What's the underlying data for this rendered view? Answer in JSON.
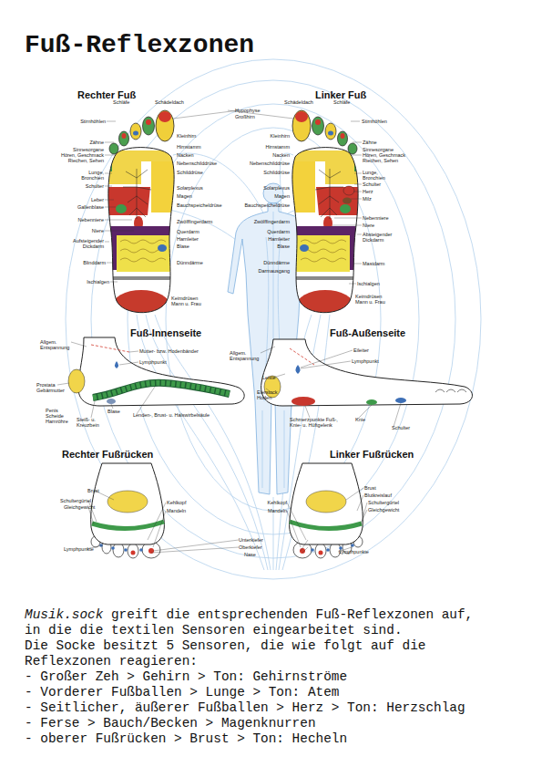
{
  "diagram": {
    "title": "Fuß-Reflexzonen",
    "labels": [
      "Rechter Fuß",
      "Linker Fuß",
      "Schläfe",
      "Schädeldach",
      "Stirnhöhlen",
      "Zähne",
      "Sinnesorgane Hören, Geschmack Riechen, Sehen",
      "Lunge, Bronchien",
      "Schulter",
      "Leber",
      "Gallenblase",
      "Nebenniere",
      "Niere",
      "Aufsteigender Dickdarm",
      "Blinddarm",
      "Ischialgen",
      "Keimdrüsen Mann u. Frau",
      "Hypophyse",
      "Großhirn",
      "Kleinhirn",
      "Hirnstamm",
      "Nacken",
      "Nebenschilddrüse",
      "Schilddrüse",
      "Solarplexus",
      "Magen",
      "Bauchspeicheldrüse",
      "Zwölffingerdarm",
      "Querdarm",
      "Harnleiter",
      "Blase",
      "Dünndärme",
      "Schädeldach",
      "Kleinhirn",
      "Hirnstamm",
      "Nacken",
      "Nebenschilddrüse",
      "Schilddrüse",
      "Solarplexus",
      "Magen",
      "Bauchspeicheldrüse",
      "Zwölffingerdarm",
      "Querdarm",
      "Harnleiter",
      "Blase",
      "Dünndärme",
      "Darmausgang",
      "Schläfe",
      "Stirnhöhlen",
      "Zähne",
      "Sinnesorgane Hören, Geschmack Riechen, Sehen",
      "Lunge, Bronchien",
      "Schulter",
      "Herz",
      "Milz",
      "Nebenniere",
      "Niere",
      "Absteigender Dickdarm",
      "Mastdarm",
      "Ischialgen",
      "Keimdrüsen Mann u. Frau",
      "Fuß-Innenseite",
      "Allgem. Entspannung",
      "Mutter- bzw. Hodenbänder",
      "Lymphpunkt",
      "Prostata Gebärmutter",
      "Penis Scheide Harnröhre",
      "Blase",
      "Steiß- u. Kreuzbein",
      "Lenden-, Brust- u. Halswirbelsäule",
      "Fuß-Außenseite",
      "Allgem. Entspannung",
      "Eileiter",
      "Lymphpunkt",
      "Leiste",
      "Eierstock Hoden",
      "Schmerzpunkte Fuß-, Knie- u. Hüftgelenk",
      "Knie",
      "Schulter",
      "Rechter Fußrücken",
      "Brust",
      "Schultergürtel",
      "Gleichgewicht",
      "Kehlkopf",
      "Mandeln",
      "Lymphpunkte",
      "Unterkiefer",
      "Oberkiefer",
      "Nase",
      "Linker Fußrücken",
      "Brust",
      "Blutkreislauf",
      "Kehlkopf",
      "Mandeln",
      "Schultergürtel",
      "Gleichgewicht",
      "Lymphpunkte",
      "Musik.sock",
      "greift die entsprechenden Fuß-Reflexzonen auf, in die die textilen Sensoren eingearbeitet sind.",
      "Die Socke besitzt 5 Sensoren, die wie folgt auf die Reflexzonen reagieren:",
      "- Großer Zeh > Gehirn > Ton: Gehirnströme",
      "- Vorderer Fußballen > Lunge > Ton: Atem",
      "- Seitlicher, äußerer Fußballen > Herz > Ton: Herzschlag",
      "- Ferse > Bauch/Becken > Magenknurren",
      "- oberer Fußrücken > Brust > Ton: Hecheln"
    ]
  }
}
